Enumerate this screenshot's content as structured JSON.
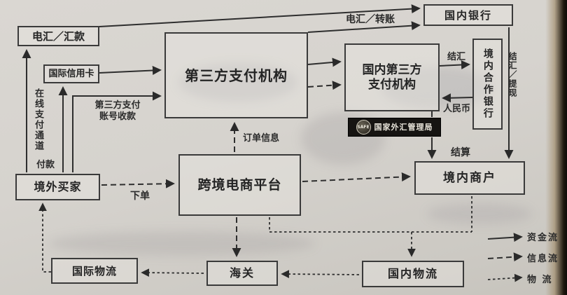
{
  "nodes": {
    "wire": "电汇／汇款",
    "card": "国际信用卡",
    "tpp": "第三方支付机构",
    "bank": "国内银行",
    "dtpp1": "国内第三方",
    "dtpp2": "支付机构",
    "coop": "境内合作银行",
    "buyer": "境外买家",
    "platform": "跨境电商平台",
    "merchant": "境内商户",
    "intl_logistics": "国际物流",
    "customs": "海关",
    "dom_logistics": "国内物流"
  },
  "safe": {
    "acronym": "SAFE",
    "org": "国家外汇管理局"
  },
  "labels": {
    "online_channel": "在线支付通道",
    "pay": "付款",
    "tpp_account1": "第三方支付",
    "tpp_account2": "账号收款",
    "order_info": "订单信息",
    "place_order": "下单",
    "wire_transfer": "电汇／转账",
    "settle_fx": "结汇",
    "rmb": "人民币",
    "fx_withdraw": "结汇／提现",
    "settlement": "结算"
  },
  "legend": {
    "items": [
      {
        "style": "solid",
        "label": "资金流"
      },
      {
        "style": "dashed",
        "label": "信息流"
      },
      {
        "style": "fine-dashed",
        "label": "物 流"
      }
    ]
  },
  "colors": {
    "ink": "#2e2e2e",
    "paper": "#d6d3ce",
    "safe_box": "#161412"
  }
}
